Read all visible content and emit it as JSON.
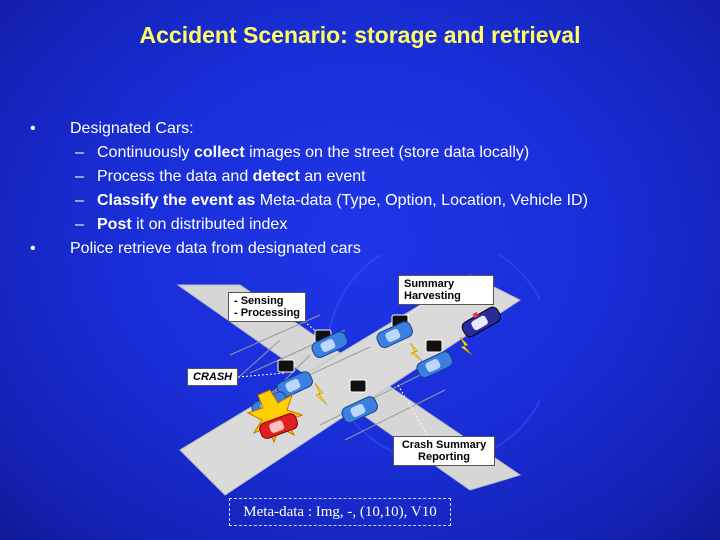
{
  "title": "Accident Scenario: storage and retrieval",
  "bullets": [
    {
      "marker": "•",
      "text": "Designated  Cars:"
    },
    {
      "marker": "•",
      "text": "Police retrieve data from designated cars"
    }
  ],
  "subbullets": [
    {
      "marker": "–",
      "pre": "Continuously ",
      "bold": "collect",
      "post": " images on the street (store data locally)"
    },
    {
      "marker": "–",
      "pre": "Process the data and ",
      "bold": "detect",
      "post": " an event"
    },
    {
      "marker": "–",
      "pre": "",
      "bold": "Classify the event as",
      "post": " Meta-data (Type, Option, Location, Vehicle ID)"
    },
    {
      "marker": "–",
      "pre": "",
      "bold": "Post",
      "post": " it on distributed index"
    }
  ],
  "diagram": {
    "sensing_label_1": "- Sensing",
    "sensing_label_2": "- Processing",
    "summary_label_1": "Summary",
    "summary_label_2": "Harvesting",
    "crash_label": "CRASH",
    "report_label_1": "Crash Summary",
    "report_label_2": "Reporting"
  },
  "metadata_text": "Meta-data : Img, -, (10,10), V10",
  "colors": {
    "background": "#1a2fd9",
    "title": "#ffff66",
    "text": "#ffffff",
    "road": "#d7d7d7",
    "car": "#3b7fe0",
    "crashed_car": "#e02020",
    "police_car": "#2a2a9a"
  }
}
